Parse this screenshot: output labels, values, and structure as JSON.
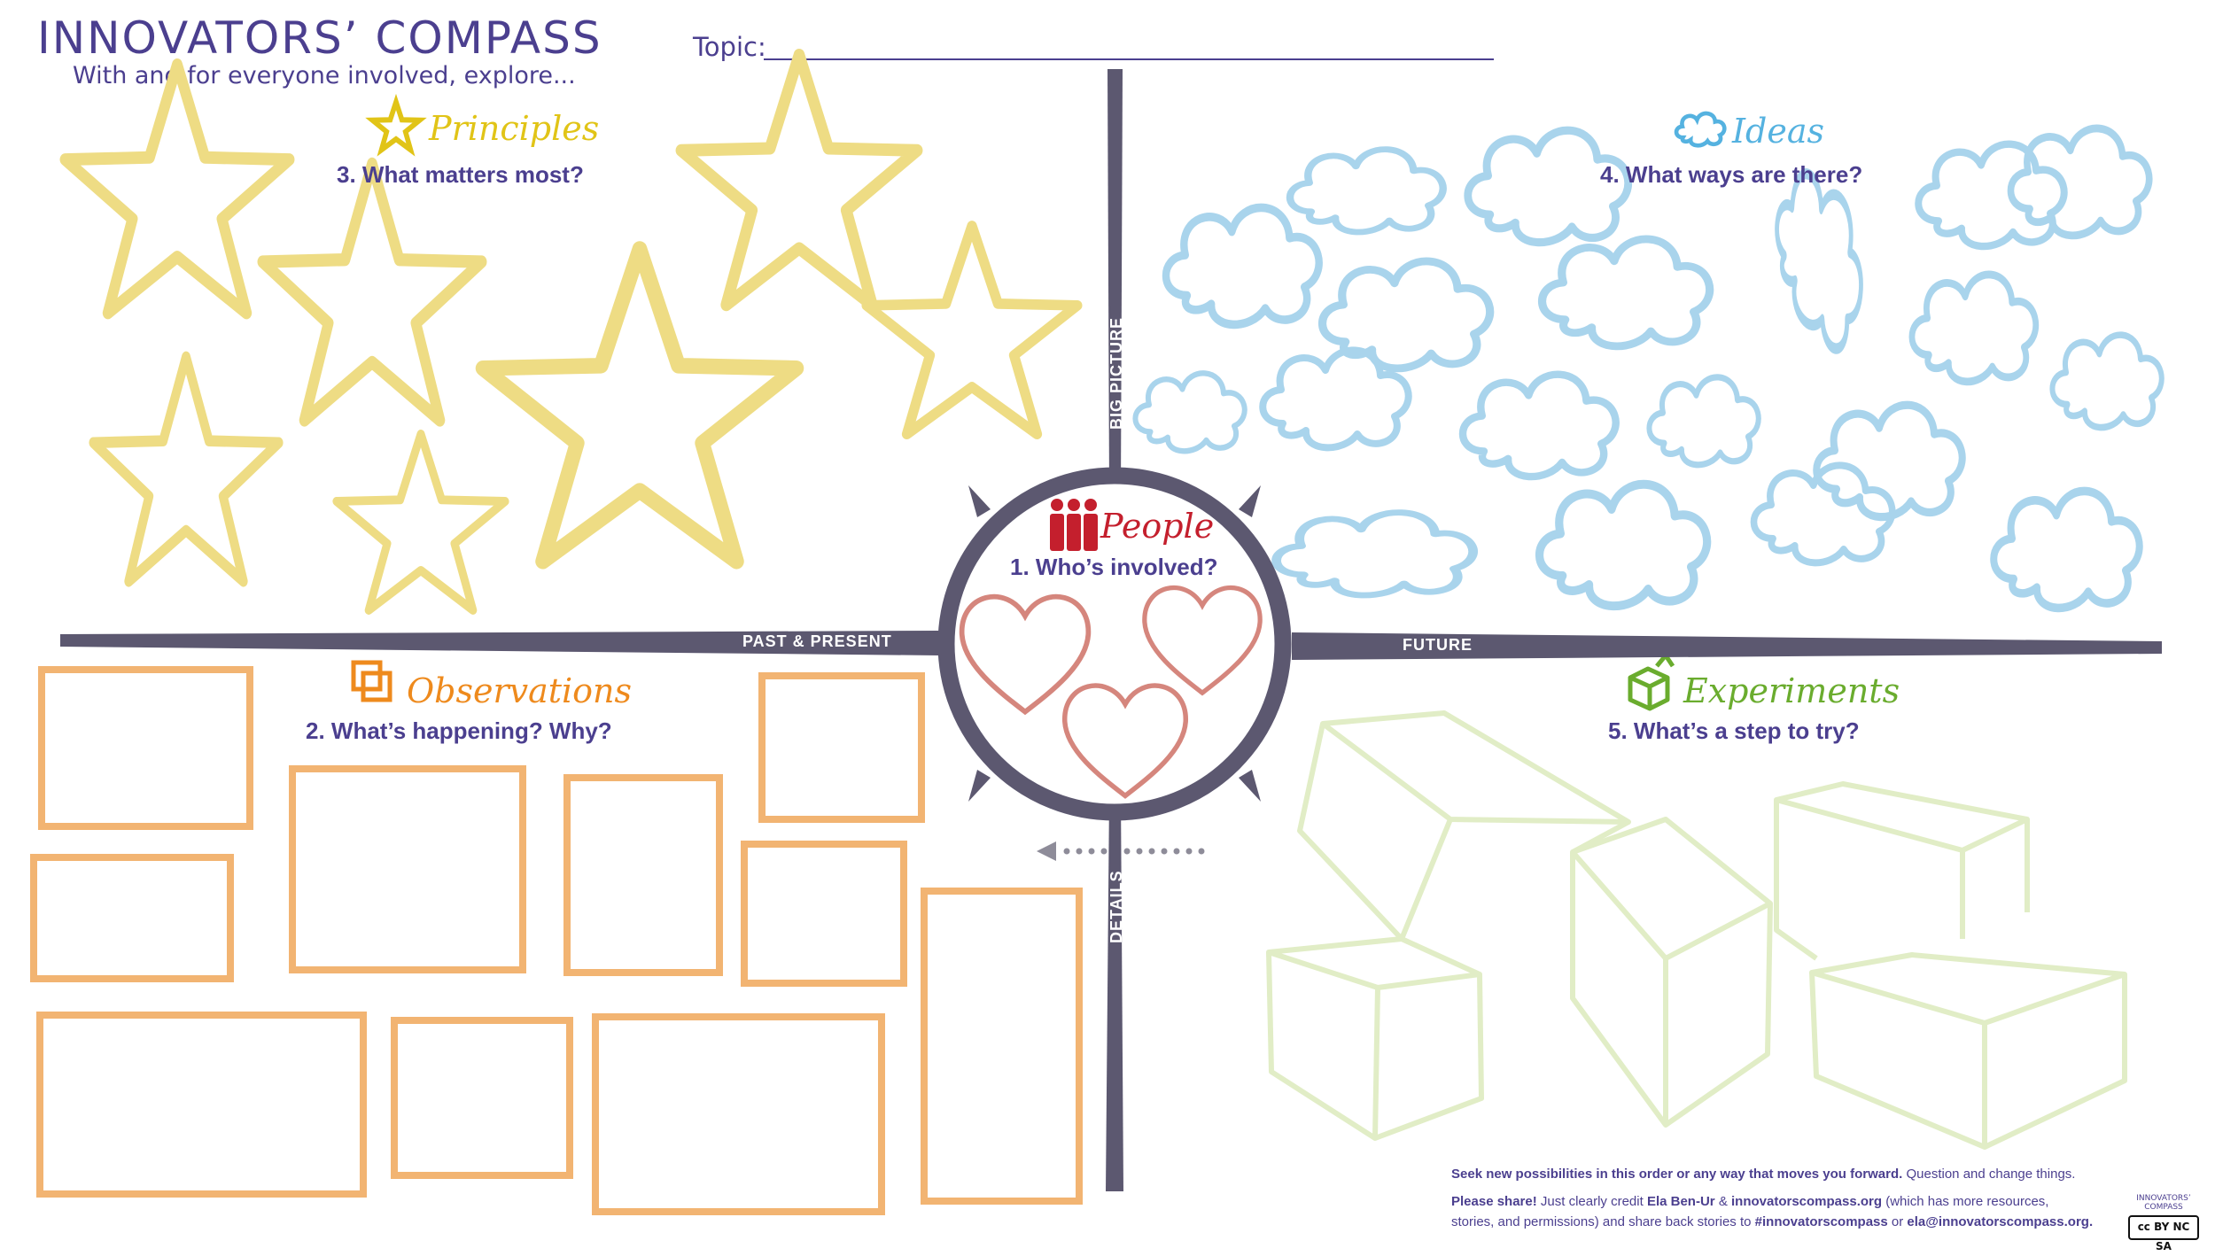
{
  "header": {
    "title": "INNOVATORS’ COMPASS",
    "subtitle": "With and for everyone involved, explore...",
    "topic_label": "Topic:"
  },
  "sections": {
    "people": {
      "title": "People",
      "question": "1. Who’s involved?"
    },
    "observations": {
      "title": "Observations",
      "question": "2. What’s happening? Why?"
    },
    "principles": {
      "title": "Principles",
      "question": "3. What matters most?"
    },
    "ideas": {
      "title": "Ideas",
      "question": "4. What ways are there?"
    },
    "experiments": {
      "title": "Experiments",
      "question": "5. What’s a step to try?"
    }
  },
  "axes": {
    "big_picture": "BIG PICTURE",
    "details": "DETAILS",
    "past_present": "PAST & PRESENT",
    "future": "FUTURE"
  },
  "footer": {
    "line1_bold": "Seek new possibilities in this order or any way that moves you forward.",
    "line1_rest": "Question and change things.",
    "line2_share": "Please share!",
    "line2_a": "Just clearly credit",
    "author": "Ela Ben-Ur",
    "amp": "&",
    "site": "innovatorscompass.org",
    "line2_b": "(which has more resources,",
    "line3_a": "stories, and permissions) and share back stories to",
    "hashtag": "#innovatorscompass",
    "or": "or",
    "email": "ela@innovatorscompass.org."
  },
  "badge": {
    "logo_line1": "INNOVATORS’",
    "logo_line2": "COMPASS",
    "license": "cc BY NC SA"
  },
  "colors": {
    "brand": "#4b3f8f",
    "axis": "#5c5870",
    "principles": "#eedc84",
    "principles_title": "#e1c417",
    "ideas": "#a9d4ec",
    "ideas_title": "#55b2e0",
    "observations": "#f2b472",
    "observations_title": "#ee8a1d",
    "experiments": "#e1edc6",
    "experiments_title": "#6aac2e",
    "people": "#d5867d",
    "people_title": "#c41f2d"
  }
}
